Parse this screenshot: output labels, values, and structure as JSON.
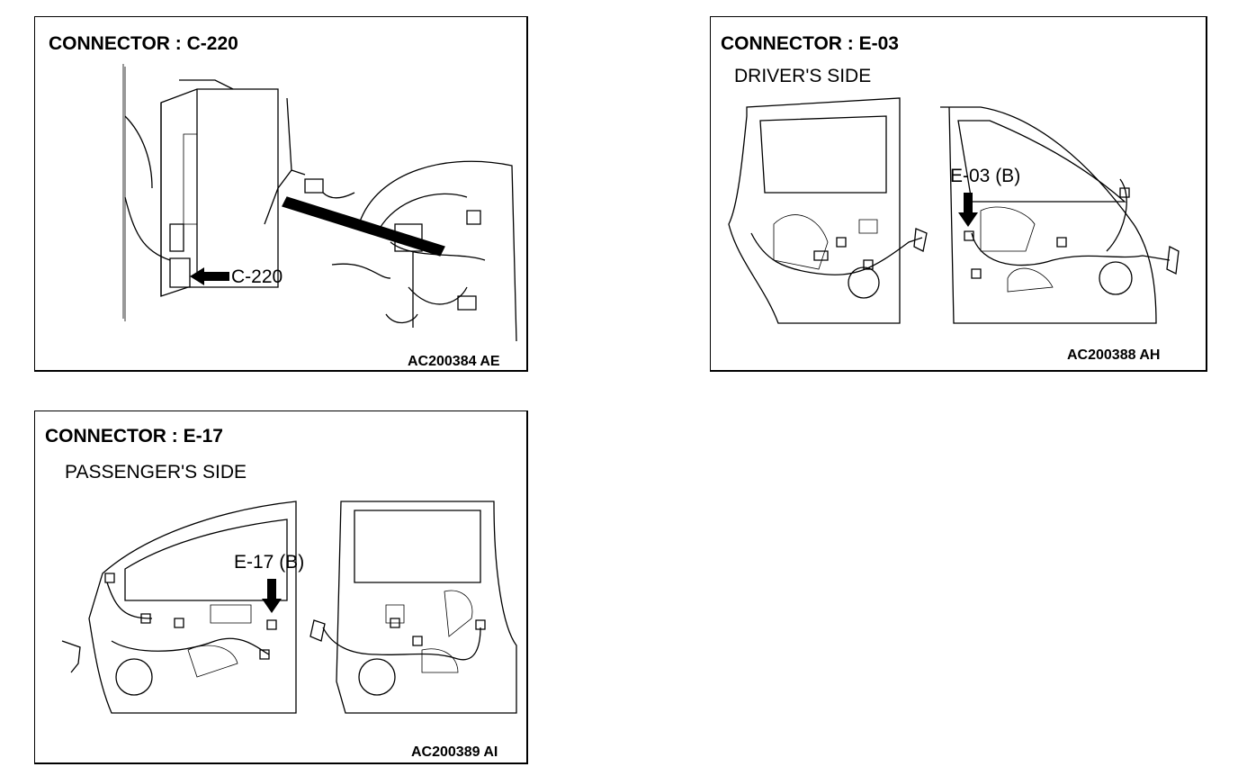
{
  "panels": [
    {
      "title": "CONNECTOR : C-220",
      "callout": "C-220",
      "code": "AC200384 AE"
    },
    {
      "title": "CONNECTOR : E-03",
      "subtitle": "DRIVER'S SIDE",
      "callout": "E-03 (B)",
      "code": "AC200388 AH"
    },
    {
      "title": "CONNECTOR : E-17",
      "subtitle": "PASSENGER'S SIDE",
      "callout": "E-17 (B)",
      "code": "AC200389 AI"
    }
  ]
}
